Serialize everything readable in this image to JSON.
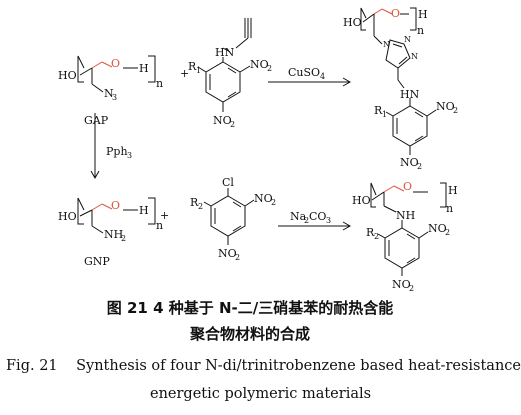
{
  "scheme": {
    "gap": {
      "label": "GAP",
      "oxygen": "O",
      "ho": "HO",
      "h": "H",
      "n": "n",
      "azide": "N",
      "azide_sub": "3"
    },
    "gnp": {
      "label": "GNP",
      "oxygen": "O",
      "ho": "HO",
      "h": "H",
      "n": "n",
      "amine": "NH",
      "amine_sub": "2"
    },
    "reagent_top": {
      "nh": "HN",
      "r1": "R",
      "r1_sub": "1",
      "no2_a": "NO",
      "no2_a_sub": "2",
      "no2_b": "NO",
      "no2_b_sub": "2"
    },
    "reagent_bottom": {
      "cl": "Cl",
      "r2": "R",
      "r2_sub": "2",
      "no2_a": "NO",
      "no2_a_sub": "2",
      "no2_b": "NO",
      "no2_b_sub": "2"
    },
    "plus": "+",
    "conditions": {
      "cuso4": "CuSO",
      "cuso4_sub": "4",
      "pph3": "Pph",
      "pph3_sub": "3",
      "na2co3_a": "Na",
      "na2co3_sub1": "2",
      "na2co3_b": "CO",
      "na2co3_sub2": "3"
    },
    "product_top": {
      "ho": "HO",
      "oxygen": "O",
      "h": "H",
      "n": "n",
      "triazole_n1": "N",
      "triazole_n2": "N",
      "triazole_n3": "N",
      "nh": "HN",
      "r1": "R",
      "r1_sub": "1",
      "no2_a": "NO",
      "no2_a_sub": "2",
      "no2_b": "NO",
      "no2_b_sub": "2"
    },
    "product_bottom": {
      "ho": "HO",
      "oxygen": "O",
      "h": "H",
      "n": "n",
      "nh": "NH",
      "r2": "R",
      "r2_sub": "2",
      "no2_a": "NO",
      "no2_a_sub": "2",
      "no2_b": "NO",
      "no2_b_sub": "2"
    }
  },
  "caption": {
    "cn_line1": "图 21   4 种基于 N-二/三硝基苯的耐热含能",
    "cn_line2": "聚合物材料的合成",
    "en_line1": "Fig. 21    Synthesis of four N-di/trinitrobenzene based heat-resistance",
    "en_line2": "energetic polymeric materials"
  },
  "colors": {
    "ink": "#111111",
    "oxygen_red": "#e0533f"
  }
}
